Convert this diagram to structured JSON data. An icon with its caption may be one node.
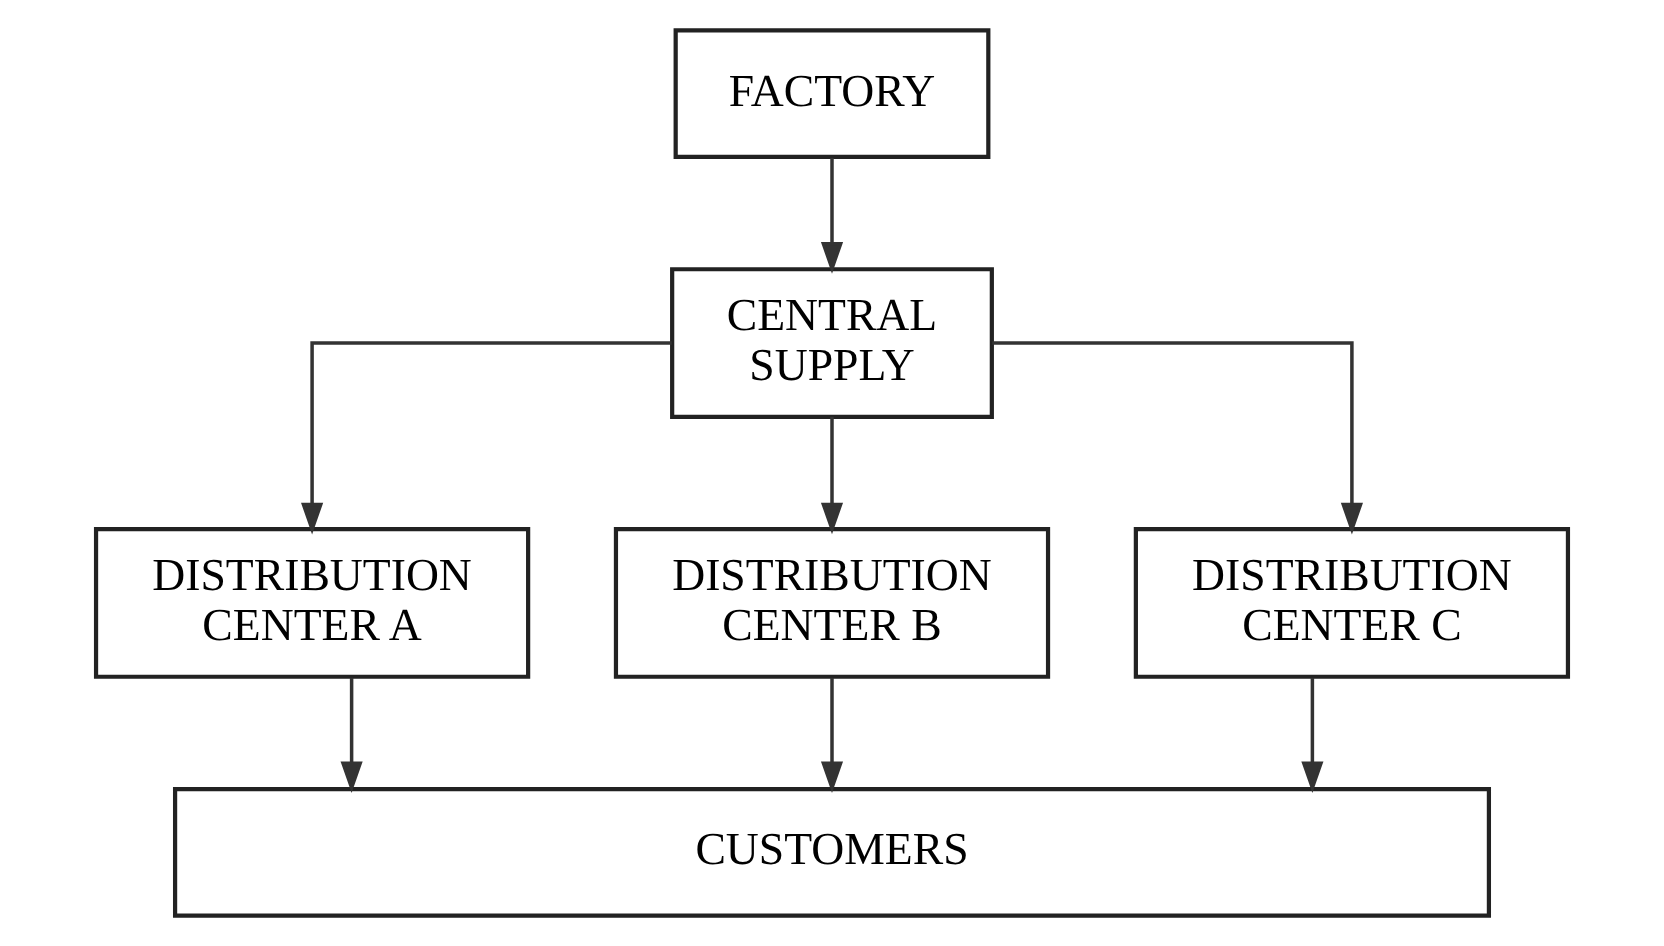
{
  "diagram": {
    "nodes": [
      {
        "text": [
          "FACTORY"
        ]
      },
      {
        "text": [
          "CENTRAL SUPPLY"
        ]
      },
      {
        "text": [
          "DISTRIBUTION CENTER A"
        ]
      },
      {
        "text": [
          "DISTRIBUTION CENTER B"
        ]
      },
      {
        "text": [
          "DISTRIBUTION CENTER C"
        ]
      },
      {
        "text": [
          "CUSTOMERS"
        ]
      }
    ],
    "edges": [
      {
        "from": 0,
        "to": 1,
        "arrow": "to"
      },
      {
        "from": 1,
        "to": 2,
        "arrow": "to"
      },
      {
        "from": 1,
        "to": 3,
        "arrow": "to"
      },
      {
        "from": 1,
        "to": 4,
        "arrow": "to"
      },
      {
        "from": 2,
        "to": 5,
        "arrow": "to"
      },
      {
        "from": 3,
        "to": 5,
        "arrow": "to"
      },
      {
        "from": 4,
        "to": 5,
        "arrow": "to"
      }
    ]
  }
}
